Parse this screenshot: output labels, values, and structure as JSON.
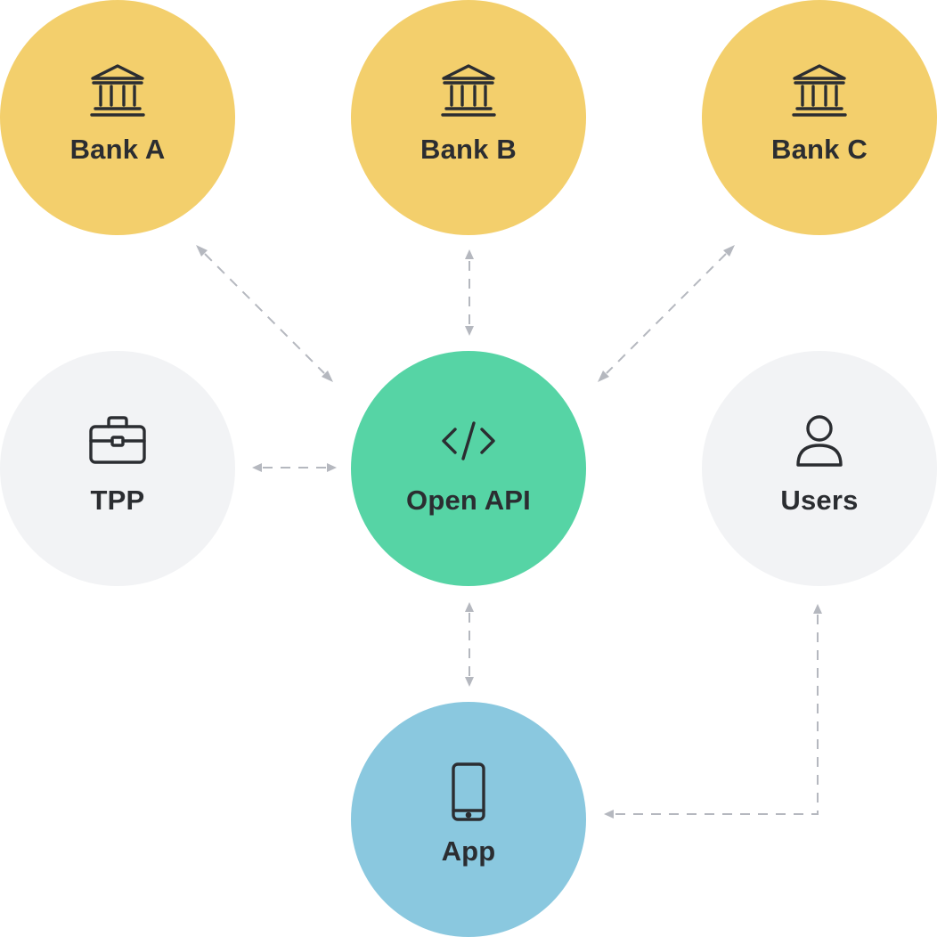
{
  "colors": {
    "bank": "#f3cf6c",
    "neutral": "#f2f3f5",
    "api": "#56d4a5",
    "app": "#8ac8df",
    "connector": "#b5b8bf",
    "text": "#2b2d31"
  },
  "nodes": {
    "bank_a": {
      "label": "Bank A",
      "icon": "bank-icon"
    },
    "bank_b": {
      "label": "Bank B",
      "icon": "bank-icon"
    },
    "bank_c": {
      "label": "Bank C",
      "icon": "bank-icon"
    },
    "tpp": {
      "label": "TPP",
      "icon": "briefcase-icon"
    },
    "api": {
      "label": "Open API",
      "icon": "code-icon"
    },
    "users": {
      "label": "Users",
      "icon": "user-icon"
    },
    "app": {
      "label": "App",
      "icon": "smartphone-icon"
    }
  }
}
